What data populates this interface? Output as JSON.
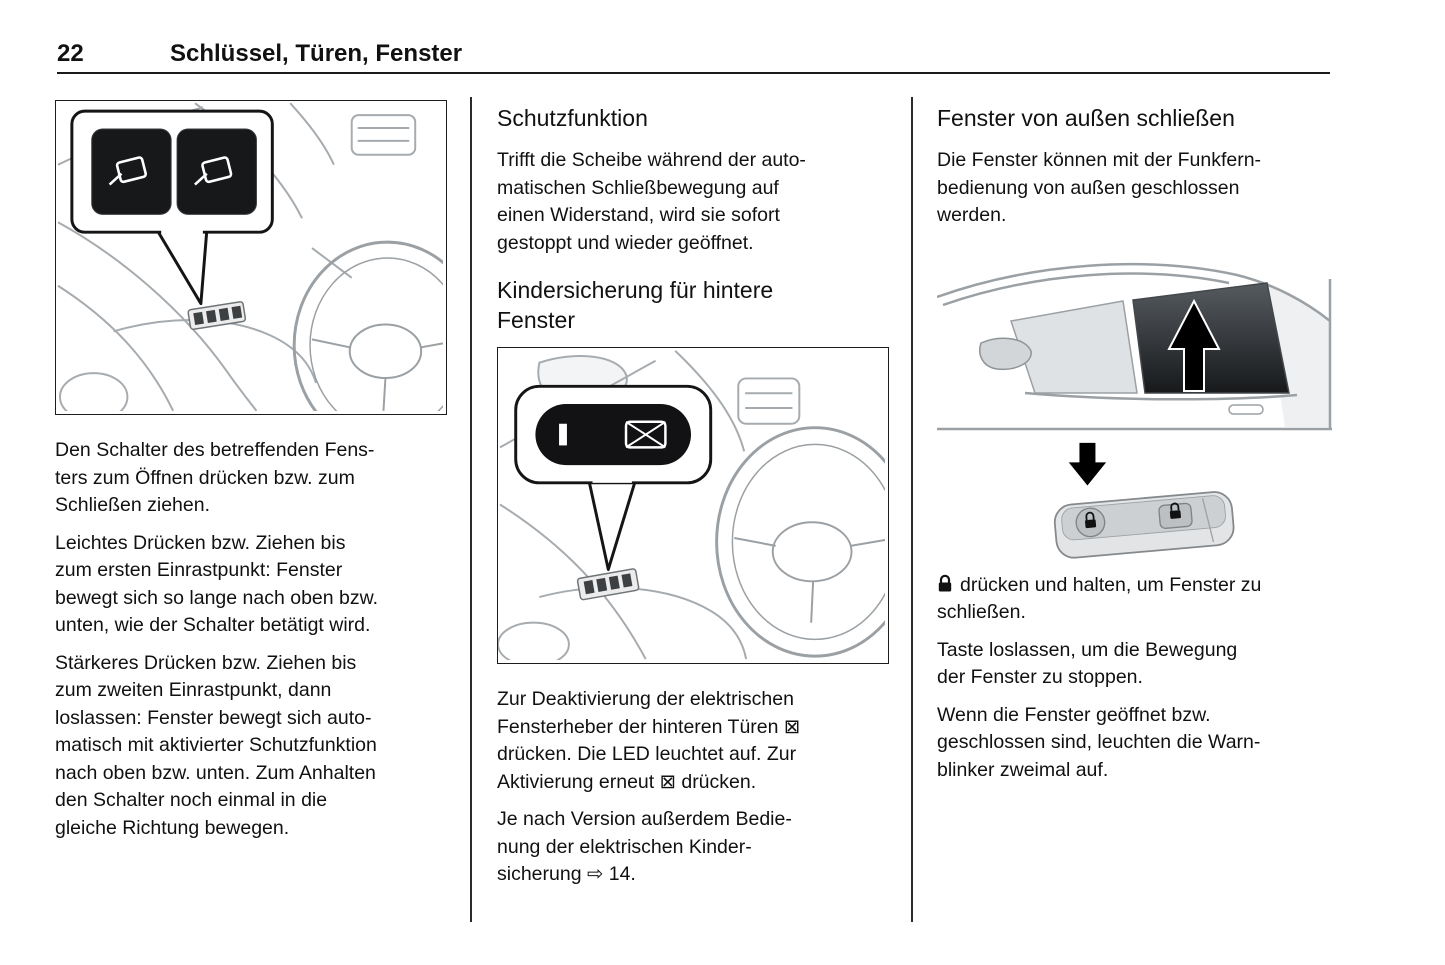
{
  "page": {
    "number": "22",
    "chapter": "Schlüssel, Türen, Fenster"
  },
  "left_column": {
    "p1": "Den Schalter des betreffenden Fens-\nters zum Öffnen drücken bzw. zum\nSchließen ziehen.",
    "p2": "Leichtes Drücken bzw. Ziehen bis\nzum ersten Einrastpunkt: Fenster\nbewegt sich so lange nach oben bzw.\nunten, wie der Schalter betätigt wird.",
    "p3": "Stärkeres Drücken bzw. Ziehen bis\nzum zweiten Einrastpunkt, dann\nloslassen: Fenster bewegt sich auto-\nmatisch mit aktivierter Schutzfunktion\nnach oben bzw. unten. Zum Anhalten\nden Schalter noch einmal in die\ngleiche Richtung bewegen."
  },
  "middle_column": {
    "heading1": "Schutzfunktion",
    "p1": "Trifft die Scheibe während der auto-\nmatischen Schließbewegung auf\neinen Widerstand, wird sie sofort\ngestoppt und wieder geöffnet.",
    "heading2": "Kindersicherung für hintere\nFenster",
    "p2": "Zur Deaktivierung der elektrischen\nFensterheber der hinteren Türen ⊠\ndrücken. Die LED leuchtet auf. Zur\nAktivierung erneut ⊠ drücken.",
    "p3": "Je nach Version außerdem Bedie-\nnung der elektrischen Kinder-\nsicherung ⇨ 14."
  },
  "right_column": {
    "heading1": "Fenster von außen schließen",
    "p1": "Die Fenster können mit der Funkfern-\nbedienung von außen geschlossen\nwerden.",
    "lock_instruction": "drücken und halten, um Fenster zu\nschließen.",
    "p2": "Taste loslassen, um die Bewegung\nder Fenster zu stoppen.",
    "p3": "Wenn die Fenster geöffnet bzw.\ngeschlossen sind, leuchten die Warn-\nblinker zweimal auf."
  },
  "icons": {
    "child_lock_symbol": "⊠",
    "page_reference_symbol": "⇨",
    "remote_lock": "padlock",
    "window_close_direction": "up-arrow",
    "press_key_direction": "down-arrow"
  },
  "colors": {
    "text": "#111111",
    "line_art": "#9aa0a4",
    "callout_border": "#151515",
    "button_fill": "#17181a"
  }
}
